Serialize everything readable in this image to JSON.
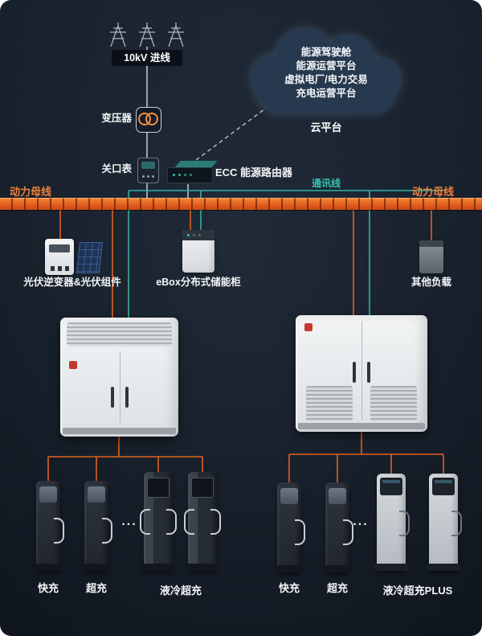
{
  "colors": {
    "background": "#18222f",
    "bus_orange": "#e35f1e",
    "comm_teal": "#35c0b2",
    "text": "#ffffff",
    "cloud_fill": "#27394f",
    "cabinet_gray": "#e6e9ec",
    "logo_red": "#c23b2e"
  },
  "grid": {
    "incoming": {
      "label": "10kV 进线"
    },
    "transformer": {
      "label": "变压器"
    },
    "gateway_meter": {
      "label": "关口表"
    },
    "router": {
      "label": "ECC 能源路由器"
    }
  },
  "cloud": {
    "services": [
      "能源驾驶舱",
      "能源运营平台",
      "虚拟电厂/电力交易",
      "充电运营平台"
    ],
    "label": "云平台"
  },
  "bus": {
    "left_label": "动力母线",
    "right_label": "动力母线"
  },
  "comm": {
    "label": "通讯线"
  },
  "branches": {
    "pv": {
      "label": "光伏逆变器&光伏组件"
    },
    "ebox": {
      "label": "eBox分布式储能柜"
    },
    "other_load": {
      "label": "其他负载"
    }
  },
  "charger_groups": {
    "left": {
      "fast": "快充",
      "super": "超充",
      "liquid": "液冷超充",
      "ellipsis": "..."
    },
    "right": {
      "fast": "快充",
      "super": "超充",
      "liquid": "液冷超充PLUS",
      "ellipsis": "..."
    }
  }
}
